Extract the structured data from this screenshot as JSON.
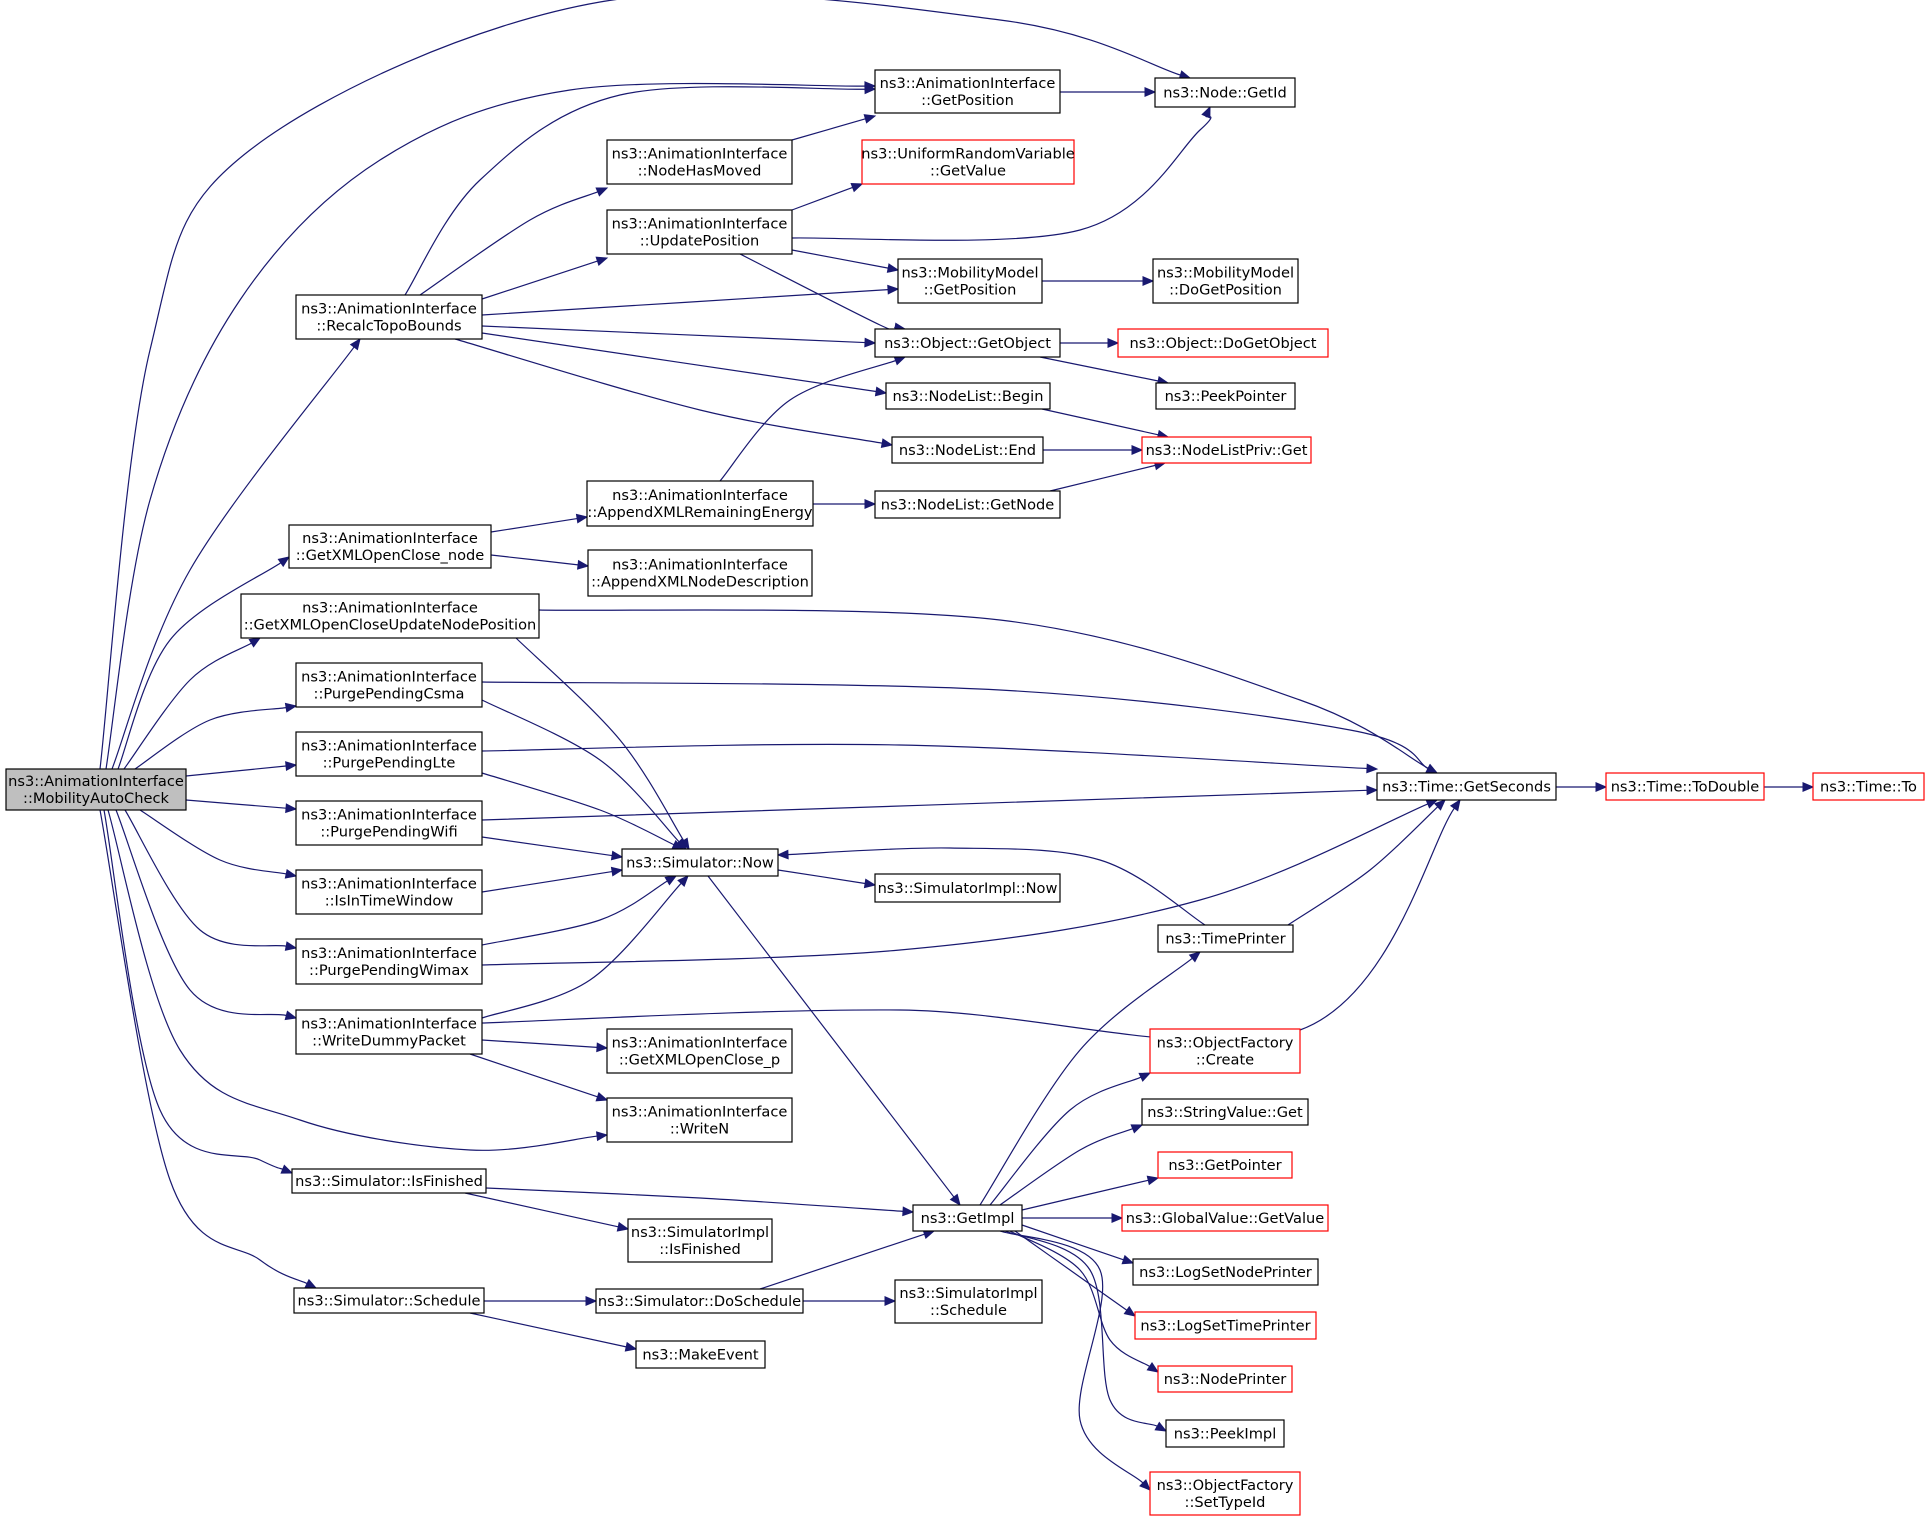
{
  "colors": {
    "edge": "#191970",
    "border_default": "#000000",
    "border_incomplete": "#ff0000",
    "root_fill": "#bfbfbf",
    "node_fill": "#ffffff"
  },
  "nodes": [
    {
      "id": "root",
      "lines": [
        "ns3::AnimationInterface",
        "::MobilityAutoCheck"
      ],
      "style": "root"
    },
    {
      "id": "recalc",
      "lines": [
        "ns3::AnimationInterface",
        "::RecalcTopoBounds"
      ],
      "style": "normal"
    },
    {
      "id": "gxoc_node",
      "lines": [
        "ns3::AnimationInterface",
        "::GetXMLOpenClose_node"
      ],
      "style": "normal"
    },
    {
      "id": "gxoc_unp",
      "lines": [
        "ns3::AnimationInterface",
        "::GetXMLOpenCloseUpdateNodePosition"
      ],
      "style": "normal"
    },
    {
      "id": "ppcsma",
      "lines": [
        "ns3::AnimationInterface",
        "::PurgePendingCsma"
      ],
      "style": "normal"
    },
    {
      "id": "pplte",
      "lines": [
        "ns3::AnimationInterface",
        "::PurgePendingLte"
      ],
      "style": "normal"
    },
    {
      "id": "ppwifi",
      "lines": [
        "ns3::AnimationInterface",
        "::PurgePendingWifi"
      ],
      "style": "normal"
    },
    {
      "id": "isintw",
      "lines": [
        "ns3::AnimationInterface",
        "::IsInTimeWindow"
      ],
      "style": "normal"
    },
    {
      "id": "ppwimax",
      "lines": [
        "ns3::AnimationInterface",
        "::PurgePendingWimax"
      ],
      "style": "normal"
    },
    {
      "id": "wdp",
      "lines": [
        "ns3::AnimationInterface",
        "::WriteDummyPacket"
      ],
      "style": "normal"
    },
    {
      "id": "simfin",
      "lines": [
        "ns3::Simulator::IsFinished"
      ],
      "style": "normal"
    },
    {
      "id": "simsched",
      "lines": [
        "ns3::Simulator::Schedule"
      ],
      "style": "normal"
    },
    {
      "id": "getpos_ai",
      "lines": [
        "ns3::AnimationInterface",
        "::GetPosition"
      ],
      "style": "normal"
    },
    {
      "id": "nhm",
      "lines": [
        "ns3::AnimationInterface",
        "::NodeHasMoved"
      ],
      "style": "normal"
    },
    {
      "id": "updpos",
      "lines": [
        "ns3::AnimationInterface",
        "::UpdatePosition"
      ],
      "style": "normal"
    },
    {
      "id": "axre",
      "lines": [
        "ns3::AnimationInterface",
        "::AppendXMLRemainingEnergy"
      ],
      "style": "normal"
    },
    {
      "id": "axnd",
      "lines": [
        "ns3::AnimationInterface",
        "::AppendXMLNodeDescription"
      ],
      "style": "normal"
    },
    {
      "id": "simnow",
      "lines": [
        "ns3::Simulator::Now"
      ],
      "style": "normal"
    },
    {
      "id": "gxocp",
      "lines": [
        "ns3::AnimationInterface",
        "::GetXMLOpenClose_p"
      ],
      "style": "normal"
    },
    {
      "id": "writen",
      "lines": [
        "ns3::AnimationInterface",
        "::WriteN"
      ],
      "style": "normal"
    },
    {
      "id": "simimplfin",
      "lines": [
        "ns3::SimulatorImpl",
        "::IsFinished"
      ],
      "style": "normal"
    },
    {
      "id": "dosched",
      "lines": [
        "ns3::Simulator::DoSchedule"
      ],
      "style": "normal"
    },
    {
      "id": "makeev",
      "lines": [
        "ns3::MakeEvent"
      ],
      "style": "normal"
    },
    {
      "id": "nodegetid",
      "lines": [
        "ns3::Node::GetId"
      ],
      "style": "normal"
    },
    {
      "id": "urvget",
      "lines": [
        "ns3::UniformRandomVariable",
        "::GetValue"
      ],
      "style": "incomplete"
    },
    {
      "id": "mmgetpos",
      "lines": [
        "ns3::MobilityModel",
        "::GetPosition"
      ],
      "style": "normal"
    },
    {
      "id": "objgetobj",
      "lines": [
        "ns3::Object::GetObject"
      ],
      "style": "normal"
    },
    {
      "id": "nlbegin",
      "lines": [
        "ns3::NodeList::Begin"
      ],
      "style": "normal"
    },
    {
      "id": "nlend",
      "lines": [
        "ns3::NodeList::End"
      ],
      "style": "normal"
    },
    {
      "id": "nlgetnode",
      "lines": [
        "ns3::NodeList::GetNode"
      ],
      "style": "normal"
    },
    {
      "id": "simimplnow",
      "lines": [
        "ns3::SimulatorImpl::Now"
      ],
      "style": "normal"
    },
    {
      "id": "getimpl",
      "lines": [
        "ns3::GetImpl"
      ],
      "style": "normal"
    },
    {
      "id": "simimplsched",
      "lines": [
        "ns3::SimulatorImpl",
        "::Schedule"
      ],
      "style": "normal"
    },
    {
      "id": "mmdogetpos",
      "lines": [
        "ns3::MobilityModel",
        "::DoGetPosition"
      ],
      "style": "normal"
    },
    {
      "id": "objdoget",
      "lines": [
        "ns3::Object::DoGetObject"
      ],
      "style": "incomplete"
    },
    {
      "id": "peekptr",
      "lines": [
        "ns3::PeekPointer"
      ],
      "style": "normal"
    },
    {
      "id": "nlprivget",
      "lines": [
        "ns3::NodeListPriv::Get"
      ],
      "style": "incomplete"
    },
    {
      "id": "timegetsec",
      "lines": [
        "ns3::Time::GetSeconds"
      ],
      "style": "normal"
    },
    {
      "id": "timeprinter",
      "lines": [
        "ns3::TimePrinter"
      ],
      "style": "normal"
    },
    {
      "id": "ofcreate",
      "lines": [
        "ns3::ObjectFactory",
        "::Create"
      ],
      "style": "incomplete"
    },
    {
      "id": "strvalget",
      "lines": [
        "ns3::StringValue::Get"
      ],
      "style": "normal"
    },
    {
      "id": "getpointer",
      "lines": [
        "ns3::GetPointer"
      ],
      "style": "incomplete"
    },
    {
      "id": "gvgetval",
      "lines": [
        "ns3::GlobalValue::GetValue"
      ],
      "style": "incomplete"
    },
    {
      "id": "logsnp",
      "lines": [
        "ns3::LogSetNodePrinter"
      ],
      "style": "normal"
    },
    {
      "id": "logstp",
      "lines": [
        "ns3::LogSetTimePrinter"
      ],
      "style": "incomplete"
    },
    {
      "id": "nodeprinter",
      "lines": [
        "ns3::NodePrinter"
      ],
      "style": "incomplete"
    },
    {
      "id": "peekimpl",
      "lines": [
        "ns3::PeekImpl"
      ],
      "style": "normal"
    },
    {
      "id": "ofsettid",
      "lines": [
        "ns3::ObjectFactory",
        "::SetTypeId"
      ],
      "style": "incomplete"
    },
    {
      "id": "timetodouble",
      "lines": [
        "ns3::Time::ToDouble"
      ],
      "style": "incomplete"
    },
    {
      "id": "timeto",
      "lines": [
        "ns3::Time::To"
      ],
      "style": "incomplete"
    }
  ],
  "edges": [
    {
      "from": "root",
      "to": "nodegetid"
    },
    {
      "from": "root",
      "to": "getpos_ai"
    },
    {
      "from": "root",
      "to": "recalc"
    },
    {
      "from": "root",
      "to": "gxoc_node"
    },
    {
      "from": "root",
      "to": "gxoc_unp"
    },
    {
      "from": "root",
      "to": "ppcsma"
    },
    {
      "from": "root",
      "to": "pplte"
    },
    {
      "from": "root",
      "to": "ppwifi"
    },
    {
      "from": "root",
      "to": "isintw"
    },
    {
      "from": "root",
      "to": "ppwimax"
    },
    {
      "from": "root",
      "to": "wdp"
    },
    {
      "from": "root",
      "to": "writen"
    },
    {
      "from": "root",
      "to": "simfin"
    },
    {
      "from": "root",
      "to": "simsched"
    },
    {
      "from": "recalc",
      "to": "getpos_ai"
    },
    {
      "from": "recalc",
      "to": "nhm"
    },
    {
      "from": "recalc",
      "to": "updpos"
    },
    {
      "from": "recalc",
      "to": "mmgetpos"
    },
    {
      "from": "recalc",
      "to": "objgetobj"
    },
    {
      "from": "recalc",
      "to": "nlbegin"
    },
    {
      "from": "recalc",
      "to": "nlend"
    },
    {
      "from": "nhm",
      "to": "getpos_ai"
    },
    {
      "from": "getpos_ai",
      "to": "nodegetid"
    },
    {
      "from": "updpos",
      "to": "urvget"
    },
    {
      "from": "updpos",
      "to": "nodegetid"
    },
    {
      "from": "updpos",
      "to": "mmgetpos"
    },
    {
      "from": "updpos",
      "to": "objgetobj"
    },
    {
      "from": "mmgetpos",
      "to": "mmdogetpos"
    },
    {
      "from": "objgetobj",
      "to": "objdoget"
    },
    {
      "from": "objgetobj",
      "to": "peekptr"
    },
    {
      "from": "nlbegin",
      "to": "nlprivget"
    },
    {
      "from": "nlend",
      "to": "nlprivget"
    },
    {
      "from": "nlgetnode",
      "to": "nlprivget"
    },
    {
      "from": "gxoc_node",
      "to": "axre"
    },
    {
      "from": "gxoc_node",
      "to": "axnd"
    },
    {
      "from": "axre",
      "to": "objgetobj"
    },
    {
      "from": "axre",
      "to": "nlgetnode"
    },
    {
      "from": "gxoc_unp",
      "to": "timegetsec"
    },
    {
      "from": "gxoc_unp",
      "to": "simnow"
    },
    {
      "from": "ppcsma",
      "to": "timegetsec"
    },
    {
      "from": "ppcsma",
      "to": "simnow"
    },
    {
      "from": "pplte",
      "to": "timegetsec"
    },
    {
      "from": "pplte",
      "to": "simnow"
    },
    {
      "from": "ppwifi",
      "to": "timegetsec"
    },
    {
      "from": "ppwifi",
      "to": "simnow"
    },
    {
      "from": "isintw",
      "to": "simnow"
    },
    {
      "from": "ppwimax",
      "to": "simnow"
    },
    {
      "from": "ppwimax",
      "to": "timegetsec"
    },
    {
      "from": "wdp",
      "to": "simnow"
    },
    {
      "from": "wdp",
      "to": "timegetsec"
    },
    {
      "from": "wdp",
      "to": "gxocp"
    },
    {
      "from": "wdp",
      "to": "writen"
    },
    {
      "from": "simnow",
      "to": "simimplnow"
    },
    {
      "from": "simnow",
      "to": "getimpl"
    },
    {
      "from": "timeprinter",
      "to": "simnow"
    },
    {
      "from": "timeprinter",
      "to": "timegetsec"
    },
    {
      "from": "timegetsec",
      "to": "timetodouble"
    },
    {
      "from": "timetodouble",
      "to": "timeto"
    },
    {
      "from": "simfin",
      "to": "getimpl"
    },
    {
      "from": "simfin",
      "to": "simimplfin"
    },
    {
      "from": "simsched",
      "to": "dosched"
    },
    {
      "from": "simsched",
      "to": "makeev"
    },
    {
      "from": "dosched",
      "to": "getimpl"
    },
    {
      "from": "dosched",
      "to": "simimplsched"
    },
    {
      "from": "getimpl",
      "to": "timeprinter"
    },
    {
      "from": "getimpl",
      "to": "ofcreate"
    },
    {
      "from": "getimpl",
      "to": "strvalget"
    },
    {
      "from": "getimpl",
      "to": "getpointer"
    },
    {
      "from": "getimpl",
      "to": "gvgetval"
    },
    {
      "from": "getimpl",
      "to": "logsnp"
    },
    {
      "from": "getimpl",
      "to": "logstp"
    },
    {
      "from": "getimpl",
      "to": "nodeprinter"
    },
    {
      "from": "getimpl",
      "to": "peekimpl"
    },
    {
      "from": "getimpl",
      "to": "ofsettid"
    }
  ]
}
